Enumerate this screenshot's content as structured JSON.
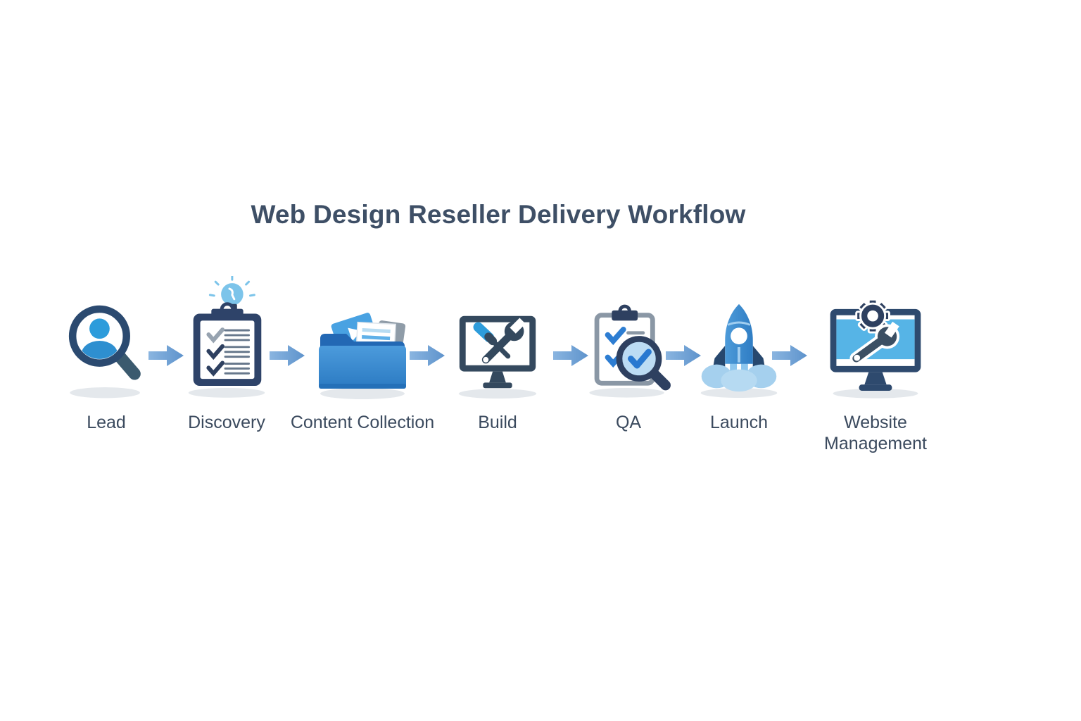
{
  "title": "Web Design Reseller Delivery Workflow",
  "steps": [
    {
      "label": "Lead",
      "icon": "lead-magnifier-person-icon"
    },
    {
      "label": "Discovery",
      "icon": "clipboard-lightbulb-icon"
    },
    {
      "label": "Content Collection",
      "icon": "folder-documents-icon"
    },
    {
      "label": "Build",
      "icon": "monitor-tools-icon"
    },
    {
      "label": "QA",
      "icon": "clipboard-magnifier-check-icon"
    },
    {
      "label": "Launch",
      "icon": "rocket-icon"
    },
    {
      "label": "Website Management",
      "icon": "monitor-gear-wrench-icon"
    }
  ],
  "colors": {
    "background": "#FFFFFF",
    "title_text": "#3E4F66",
    "label_text": "#3B4A5E",
    "arrow_blue_light": "#82B1DE",
    "arrow_blue_dark": "#5E93CC",
    "dark_navy": "#2E4369",
    "primary_blue": "#3187CD",
    "light_blue": "#7CC4EA",
    "pale_blue": "#BCDCF4",
    "shadow_gray": "#E4E8EC"
  }
}
